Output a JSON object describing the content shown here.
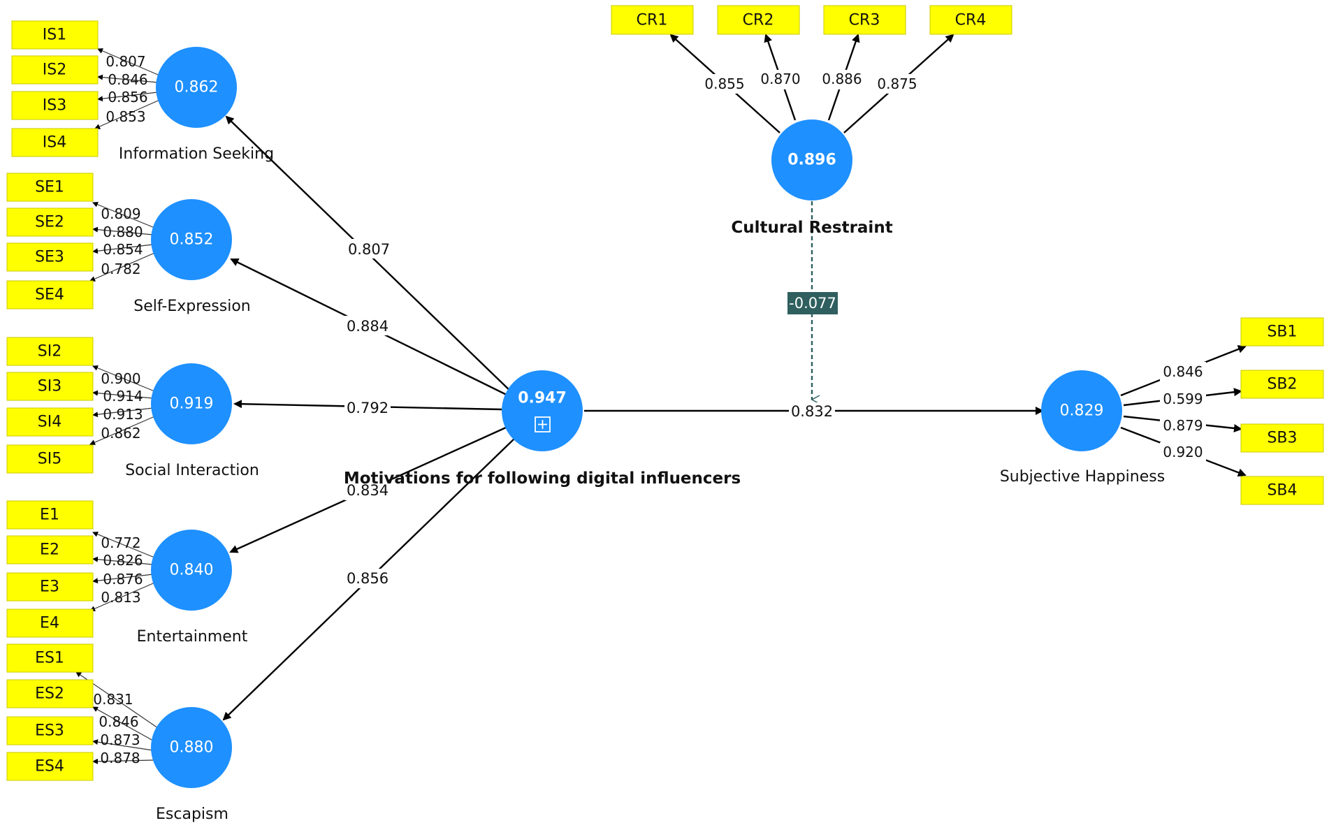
{
  "constructs": {
    "mot": {
      "label": "Motivations for following digital influencers",
      "value": "0.947"
    },
    "is": {
      "label": "Information Seeking",
      "value": "0.862"
    },
    "se": {
      "label": "Self-Expression",
      "value": "0.852"
    },
    "si": {
      "label": "Social Interaction",
      "value": "0.919"
    },
    "ent": {
      "label": "Entertainment",
      "value": "0.840"
    },
    "esc": {
      "label": "Escapism",
      "value": "0.880"
    },
    "cr": {
      "label": "Cultural Restraint",
      "value": "0.896"
    },
    "sh": {
      "label": "Subjective Happiness",
      "value": "0.829"
    }
  },
  "indicators": {
    "is": [
      {
        "name": "IS1",
        "loading": "0.807"
      },
      {
        "name": "IS2",
        "loading": "0.846"
      },
      {
        "name": "IS3",
        "loading": "0.856"
      },
      {
        "name": "IS4",
        "loading": "0.853"
      }
    ],
    "se": [
      {
        "name": "SE1",
        "loading": "0.809"
      },
      {
        "name": "SE2",
        "loading": "0.880"
      },
      {
        "name": "SE3",
        "loading": "0.854"
      },
      {
        "name": "SE4",
        "loading": "0.782"
      }
    ],
    "si": [
      {
        "name": "SI2",
        "loading": "0.900"
      },
      {
        "name": "SI3",
        "loading": "0.914"
      },
      {
        "name": "SI4",
        "loading": "0.913"
      },
      {
        "name": "SI5",
        "loading": "0.862"
      }
    ],
    "ent": [
      {
        "name": "E1",
        "loading": "0.772"
      },
      {
        "name": "E2",
        "loading": "0.826"
      },
      {
        "name": "E3",
        "loading": "0.876"
      },
      {
        "name": "E4",
        "loading": "0.813"
      }
    ],
    "esc": [
      {
        "name": "ES1",
        "loading": "0.831"
      },
      {
        "name": "ES2",
        "loading": "0.846"
      },
      {
        "name": "ES3",
        "loading": "0.873"
      },
      {
        "name": "ES4",
        "loading": "0.878"
      }
    ],
    "cr": [
      {
        "name": "CR1",
        "loading": "0.855"
      },
      {
        "name": "CR2",
        "loading": "0.870"
      },
      {
        "name": "CR3",
        "loading": "0.886"
      },
      {
        "name": "CR4",
        "loading": "0.875"
      }
    ],
    "sh": [
      {
        "name": "SB1",
        "loading": "0.846"
      },
      {
        "name": "SB2",
        "loading": "0.599"
      },
      {
        "name": "SB3",
        "loading": "0.879"
      },
      {
        "name": "SB4",
        "loading": "0.920"
      }
    ]
  },
  "paths": {
    "mot_is": "0.807",
    "mot_se": "0.884",
    "mot_si": "0.792",
    "mot_ent": "0.834",
    "mot_esc": "0.856",
    "mot_sh": "0.832",
    "moderation": "-0.077"
  },
  "colors": {
    "construct": "#1e90ff",
    "indicator": "#ffff00",
    "moderation": "#2f5f5f",
    "edge": "#000000"
  },
  "icons": {
    "expand": "plus-square-icon"
  }
}
